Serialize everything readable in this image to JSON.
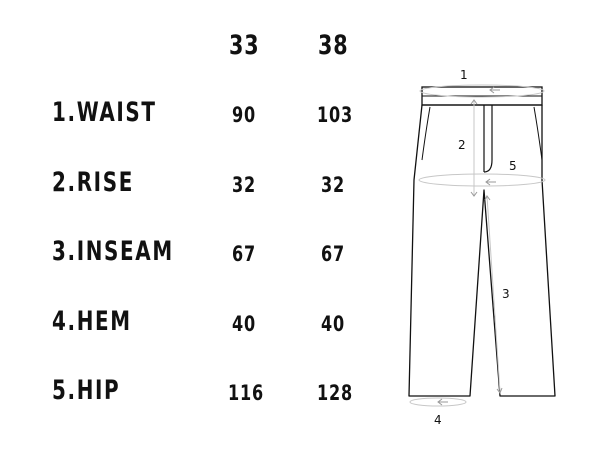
{
  "sizes": [
    "33",
    "38"
  ],
  "rows": [
    {
      "label": "1.WAIST",
      "values": [
        "90",
        "103"
      ]
    },
    {
      "label": "2.RISE",
      "values": [
        "32",
        "32"
      ]
    },
    {
      "label": "3.INSEAM",
      "values": [
        "67",
        "67"
      ]
    },
    {
      "label": "4.HEM",
      "values": [
        "40",
        "40"
      ]
    },
    {
      "label": "5.HIP",
      "values": [
        "116",
        "128"
      ]
    }
  ],
  "diagram": {
    "markers": [
      "1",
      "2",
      "3",
      "4",
      "5"
    ],
    "line_color": "#111111",
    "guide_color": "#c7c7c7"
  }
}
